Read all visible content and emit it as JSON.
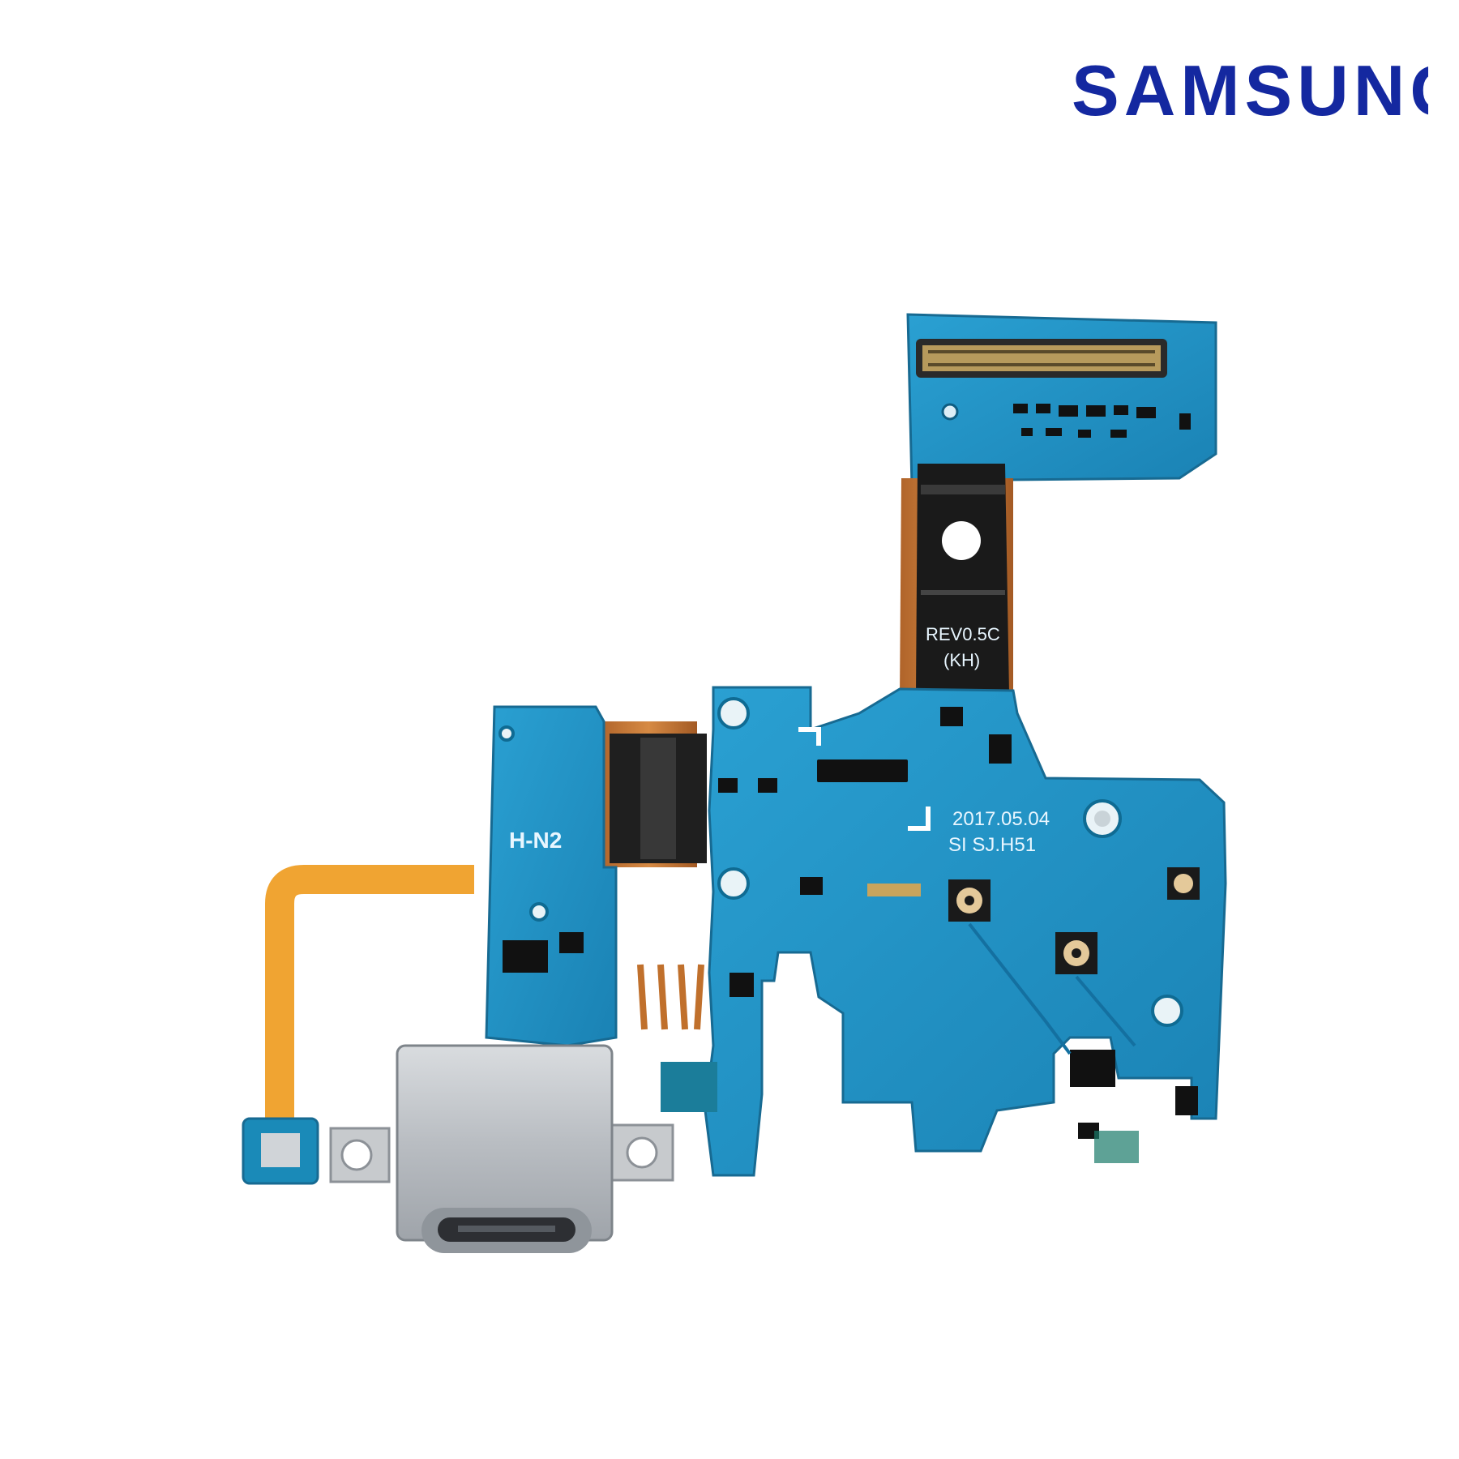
{
  "brand": {
    "name": "SAMSUNG",
    "color": "#1428a0"
  },
  "board": {
    "label_model": "H-N2",
    "label_date": "2017.05.04",
    "label_code": "SI SJ.H51",
    "label_flex_1": "REV0.5C",
    "label_flex_2": "(KH)",
    "pcb_color": "#1e8fc0",
    "flex_color": "#f0a432"
  }
}
